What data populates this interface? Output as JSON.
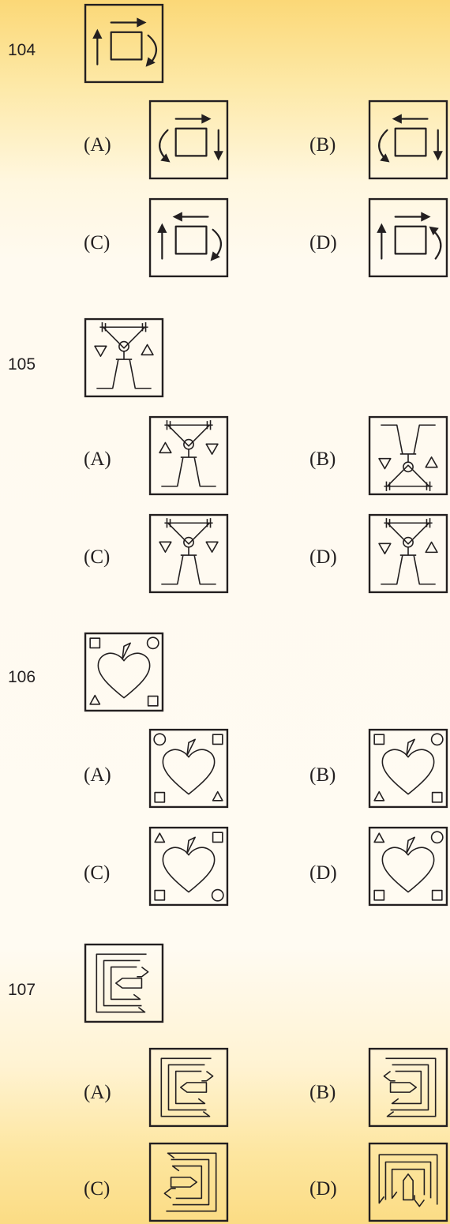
{
  "questions": [
    {
      "number": "104",
      "options": [
        {
          "label": "(A)"
        },
        {
          "label": "(B)"
        },
        {
          "label": "(C)"
        },
        {
          "label": "(D)"
        }
      ]
    },
    {
      "number": "105",
      "options": [
        {
          "label": "(A)"
        },
        {
          "label": "(B)"
        },
        {
          "label": "(C)"
        },
        {
          "label": "(D)"
        }
      ]
    },
    {
      "number": "106",
      "options": [
        {
          "label": "(A)"
        },
        {
          "label": "(B)"
        },
        {
          "label": "(C)"
        },
        {
          "label": "(D)"
        }
      ]
    },
    {
      "number": "107",
      "options": [
        {
          "label": "(A)"
        },
        {
          "label": "(B)"
        },
        {
          "label": "(C)"
        },
        {
          "label": "(D)"
        }
      ]
    }
  ],
  "figure_icons": [
    "rotating-square-arrows-icon",
    "weightlifter-icon",
    "apple-heart-icon",
    "nested-bracket-arrows-icon"
  ]
}
